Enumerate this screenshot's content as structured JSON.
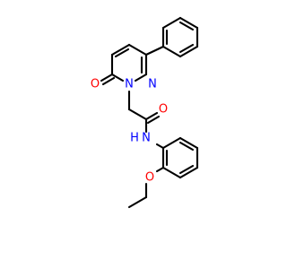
{
  "colors": {
    "background": "#ffffff",
    "bond": "#000000",
    "oxygen": "#ff0000",
    "nitrogen": "#0000ff"
  },
  "atoms": {
    "ketone_oxygen": "O",
    "ring_nitrogen_1": "N",
    "ring_nitrogen_2": "N",
    "amide_oxygen": "O",
    "amide_nitrogen": "N",
    "amide_hydrogen": "H",
    "ether_oxygen": "O"
  }
}
